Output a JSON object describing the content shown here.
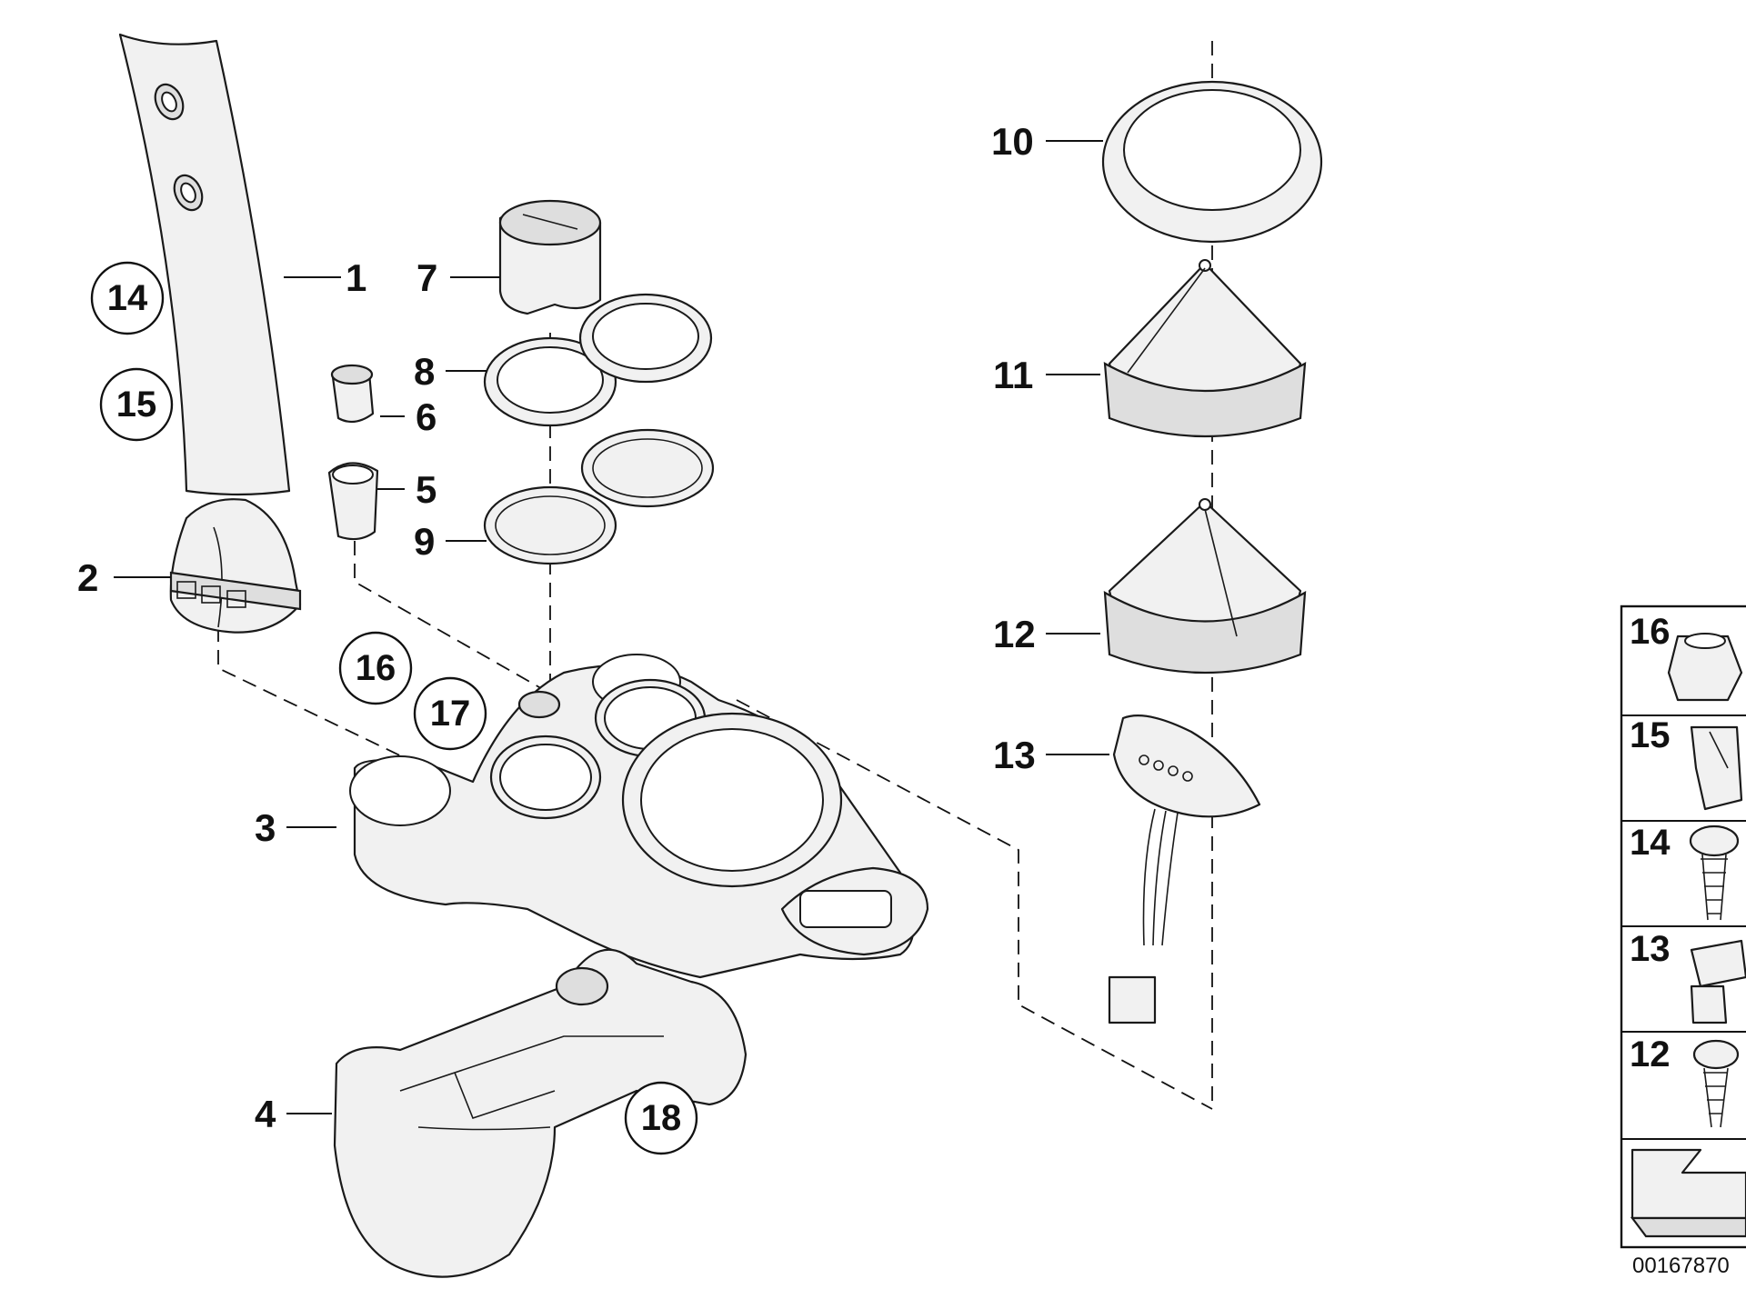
{
  "diagram": {
    "callouts": [
      "1",
      "2",
      "3",
      "4",
      "5",
      "6",
      "7",
      "8",
      "9",
      "10",
      "11",
      "12",
      "13"
    ],
    "circled_refs": [
      "14",
      "15",
      "16",
      "17",
      "18"
    ],
    "legend": [
      "16",
      "15",
      "14",
      "13",
      "12"
    ],
    "doc_id": "00167870"
  }
}
